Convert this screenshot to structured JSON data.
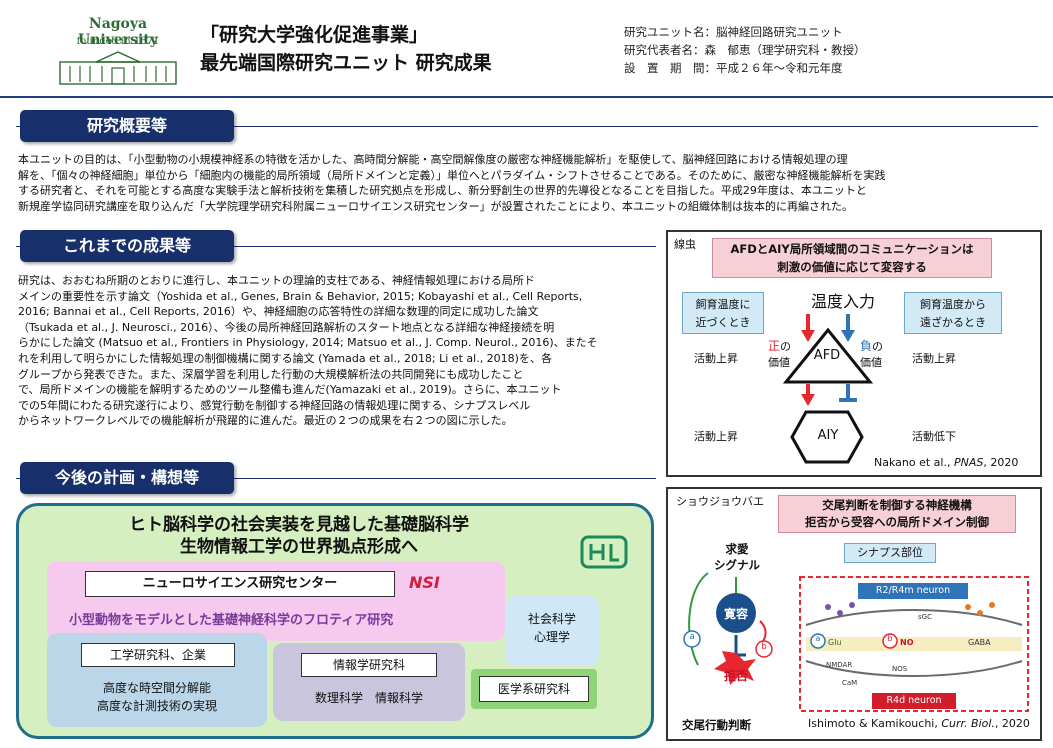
{
  "header": {
    "logo_name": "Nagoya University",
    "logo_founded": "founded in 1871",
    "title_line1": "「研究大学強化促進事業」",
    "title_line2": "最先端国際研究ユニット 研究成果",
    "info": [
      "研究ユニット名：脳神経回路研究ユニット",
      "研究代表者名：森　郁恵（理学研究科・教授）",
      "設　置　期　間：平成２６年〜令和元年度"
    ]
  },
  "overview": {
    "heading": "研究概要等",
    "lines": [
      "本ユニットの目的は、「小型動物の小規模神経系の特徴を活かした、高時間分解能・高空間解像度の厳密な神経機能解析」を駆使して、脳神経回路における情報処理の理",
      "解を、「個々の神経細胞」単位から「細胞内の機能的局所領域（局所ドメインと定義）」単位へとパラダイム・シフトさせることである。そのために、厳密な神経機能解析を実践",
      "する研究者と、それを可能とする高度な実験手法と解析技術を集積した研究拠点を形成し、新分野創生の世界的先導役となることを目指した。平成29年度は、本ユニットと",
      "新規産学協同研究講座を取り込んだ「大学院理学研究科附属ニューロサイエンス研究センター」が設置されたことにより、本ユニットの組織体制は抜本的に再編された。"
    ]
  },
  "results": {
    "heading": "これまでの成果等",
    "lines": [
      "研究は、おおむね所期のとおりに進行し、本ユニットの理論的支柱である、神経情報処理における局所ド",
      "メインの重要性を示す論文（Yoshida et al., Genes, Brain & Behavior, 2015; Kobayashi et al., Cell Reports,",
      "2016; Bannai et al., Cell Reports, 2016）や、神経細胞の応答特性の詳細な数理的同定に成功した論文",
      "（Tsukada et al., J. Neurosci., 2016）、今後の局所神経回路解析のスタート地点となる詳細な神経接続を明",
      "らかにした論文 (Matsuo et al., Frontiers in Physiology, 2014; Matsuo et al., J. Comp. Neurol., 2016)、またそ",
      "れを利用して明らかにした情報処理の制御機構に関する論文 (Yamada et al., 2018; Li et al., 2018)を、各",
      "グループから発表できた。また、深層学習を利用した行動の大規模解析法の共同開発にも成功したこと",
      "で、局所ドメインの機能を解明するためのツール整備も進んだ(Yamazaki et al., 2019)。さらに、本ユニット",
      "での5年間にわたる研究遂行により、感覚行動を制御する神経回路の情報処理に関する、シナプスレベル",
      "からネットワークレベルでの機能解析が飛躍的に進んだ。最近の２つの成果を右２つの図に示した。"
    ]
  },
  "fig1": {
    "organism": "線虫",
    "title_line1": "AFDとAIY局所領域間のコミュニケーションは",
    "title_line2": "刺激の価値に応じて変容する",
    "left_box_line1": "飼育温度に",
    "left_box_line2": "近づくとき",
    "right_box_line1": "飼育温度から",
    "right_box_line2": "遠ざかるとき",
    "input_label": "温度入力",
    "positive_1": "正",
    "positive_2": "の",
    "value_label": "価値",
    "negative_1": "負",
    "negative_2": "の",
    "afd": "AFD",
    "aiy": "AIY",
    "activity_up": "活動上昇",
    "activity_down": "活動低下",
    "citation_prefix": "Nakano et al., ",
    "citation_journal": "PNAS",
    "citation_year": ", 2020",
    "colors": {
      "positive": "#e8262d",
      "negative": "#2f73b8"
    }
  },
  "fig2": {
    "organism": "ショウジョウバエ",
    "title_line1": "交尾判断を制御する神経機構",
    "title_line2": "拒否から受容への局所ドメイン制御",
    "courtship_line1": "求愛",
    "courtship_line2": "シグナル",
    "accept": "寛容",
    "reject": "拒否",
    "behavior": "交尾行動判断",
    "mark_a": "a",
    "mark_b": "b",
    "synapse": "シナプス部位",
    "neuron_top": "R2/R4m neuron",
    "neuron_bottom": "R4d neuron",
    "glu": "Glu",
    "no": "NO",
    "gaba": "GABA",
    "nmdar": "NMDAR",
    "nos": "NOS",
    "sgc": "sGC",
    "cam": "CaM",
    "citation_prefix": "Ishimoto & Kamikouchi, ",
    "citation_journal": "Curr. Biol.",
    "citation_year": ", 2020"
  },
  "plan": {
    "heading": "今後の計画・構想等",
    "main_line1": "ヒト脳科学の社会実装を見越した基礎脳科学",
    "main_line2": "生物情報工学の世界拠点形成へ",
    "center": "ニューロサイエンス研究センター",
    "nsi": "NSI",
    "frontier": "小型動物をモデルとした基礎神経科学のフロティア研究",
    "eng": "工学研究科、企業",
    "eng_line1": "高度な時空間分解能",
    "eng_line2": "高度な計測技術の実現",
    "info": "情報学研究科",
    "info_sub": "数理科学　情報科学",
    "social_line1": "社会科学",
    "social_line2": "心理学",
    "med": "医学系研究科"
  }
}
